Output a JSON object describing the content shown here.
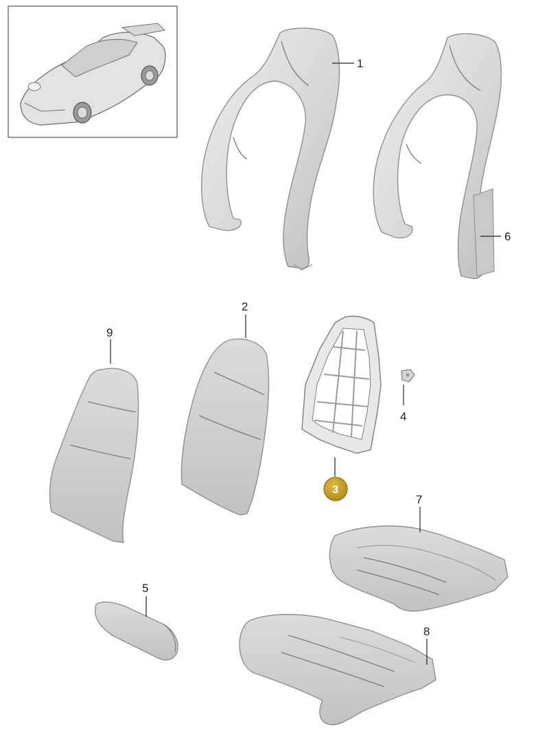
{
  "callouts": [
    {
      "id": "part-1",
      "label": "1"
    },
    {
      "id": "part-2",
      "label": "2"
    },
    {
      "id": "part-3",
      "label": "3",
      "highlighted": true
    },
    {
      "id": "part-4",
      "label": "4"
    },
    {
      "id": "part-5",
      "label": "5"
    },
    {
      "id": "part-6",
      "label": "6"
    },
    {
      "id": "part-7",
      "label": "7"
    },
    {
      "id": "part-8",
      "label": "8"
    },
    {
      "id": "part-9",
      "label": "9"
    }
  ],
  "colors": {
    "highlight_badge": "#c9a227",
    "part_fill_light": "#e6e6e6",
    "part_fill_dark": "#bdbdbd",
    "outline": "#8f8f8f"
  }
}
